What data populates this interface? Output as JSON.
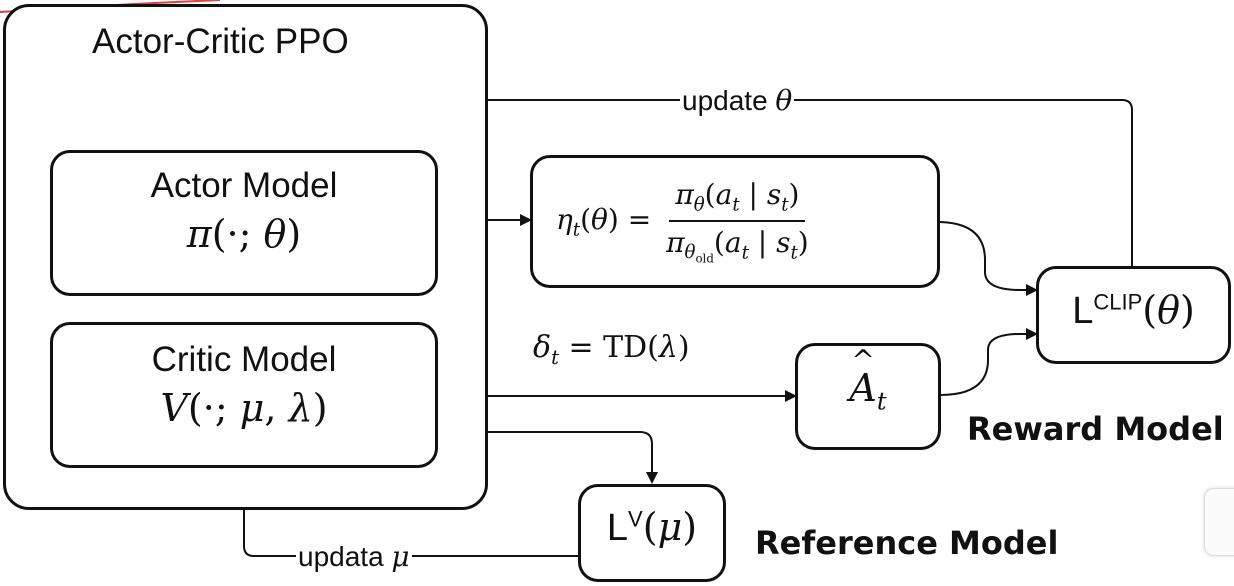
{
  "container": {
    "title": "Actor-Critic PPO"
  },
  "actor": {
    "title": "Actor Model",
    "formula": "π(·; θ)"
  },
  "critic": {
    "title": "Critic Model",
    "formula": "V(·; μ, λ)"
  },
  "ratio": {
    "lhs": "ηt(θ) =",
    "numerator": "πθ(at | st)",
    "denominator": "πθold(at | st)"
  },
  "td": {
    "formula": "δt = TD(λ)"
  },
  "advantage": {
    "symbol": "Ât"
  },
  "lclip": {
    "formula": "LCLIP(θ)"
  },
  "lv": {
    "formula": "LV(μ)"
  },
  "edges": {
    "update_theta": "update θ",
    "update_mu": "updata μ"
  },
  "captions": {
    "reward": "Reward Model",
    "reference": "Reference Model"
  }
}
